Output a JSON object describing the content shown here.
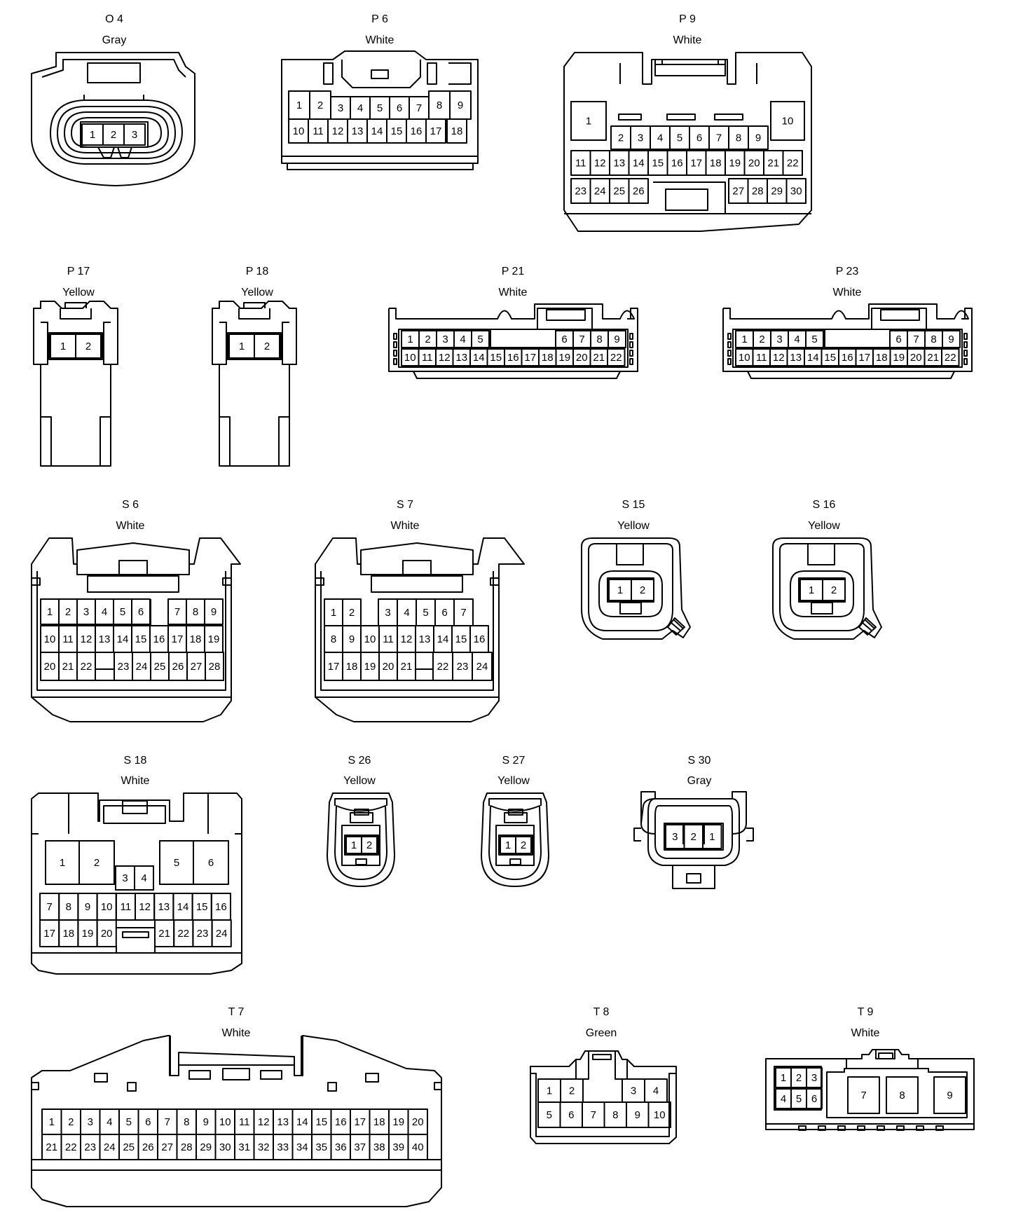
{
  "connectors": [
    {
      "id": "O4",
      "code": "O 4",
      "color": "Gray",
      "pins": [
        "1",
        "2",
        "3"
      ]
    },
    {
      "id": "P6",
      "code": "P 6",
      "color": "White",
      "pins": [
        "1",
        "2",
        "3",
        "4",
        "5",
        "6",
        "7",
        "8",
        "9",
        "10",
        "11",
        "12",
        "13",
        "14",
        "15",
        "16",
        "17",
        "18"
      ]
    },
    {
      "id": "P9",
      "code": "P 9",
      "color": "White",
      "pins": [
        "1",
        "2",
        "3",
        "4",
        "5",
        "6",
        "7",
        "8",
        "9",
        "10",
        "11",
        "12",
        "13",
        "14",
        "15",
        "16",
        "17",
        "18",
        "19",
        "20",
        "21",
        "22",
        "23",
        "24",
        "25",
        "26",
        "27",
        "28",
        "29",
        "30"
      ]
    },
    {
      "id": "P17",
      "code": "P 17",
      "color": "Yellow",
      "pins": [
        "1",
        "2"
      ]
    },
    {
      "id": "P18",
      "code": "P 18",
      "color": "Yellow",
      "pins": [
        "1",
        "2"
      ]
    },
    {
      "id": "P21",
      "code": "P 21",
      "color": "White",
      "pins": [
        "1",
        "2",
        "3",
        "4",
        "5",
        "6",
        "7",
        "8",
        "9",
        "10",
        "11",
        "12",
        "13",
        "14",
        "15",
        "16",
        "17",
        "18",
        "19",
        "20",
        "21",
        "22"
      ]
    },
    {
      "id": "P23",
      "code": "P 23",
      "color": "White",
      "pins": [
        "1",
        "2",
        "3",
        "4",
        "5",
        "6",
        "7",
        "8",
        "9",
        "10",
        "11",
        "12",
        "13",
        "14",
        "15",
        "16",
        "17",
        "18",
        "19",
        "20",
        "21",
        "22"
      ]
    },
    {
      "id": "S6",
      "code": "S 6",
      "color": "White",
      "pins": [
        "1",
        "2",
        "3",
        "4",
        "5",
        "6",
        "7",
        "8",
        "9",
        "10",
        "11",
        "12",
        "13",
        "14",
        "15",
        "16",
        "17",
        "18",
        "19",
        "20",
        "21",
        "22",
        "23",
        "24",
        "25",
        "26",
        "27",
        "28"
      ]
    },
    {
      "id": "S7",
      "code": "S 7",
      "color": "White",
      "pins": [
        "1",
        "2",
        "3",
        "4",
        "5",
        "6",
        "7",
        "8",
        "9",
        "10",
        "11",
        "12",
        "13",
        "14",
        "15",
        "16",
        "17",
        "18",
        "19",
        "20",
        "21",
        "22",
        "23",
        "24"
      ]
    },
    {
      "id": "S15",
      "code": "S 15",
      "color": "Yellow",
      "pins": [
        "1",
        "2"
      ]
    },
    {
      "id": "S16",
      "code": "S 16",
      "color": "Yellow",
      "pins": [
        "1",
        "2"
      ]
    },
    {
      "id": "S18",
      "code": "S 18",
      "color": "White",
      "pins": [
        "1",
        "2",
        "3",
        "4",
        "5",
        "6",
        "7",
        "8",
        "9",
        "10",
        "11",
        "12",
        "13",
        "14",
        "15",
        "16",
        "17",
        "18",
        "19",
        "20",
        "21",
        "22",
        "23",
        "24"
      ]
    },
    {
      "id": "S26",
      "code": "S 26",
      "color": "Yellow",
      "pins": [
        "1",
        "2"
      ]
    },
    {
      "id": "S27",
      "code": "S 27",
      "color": "Yellow",
      "pins": [
        "1",
        "2"
      ]
    },
    {
      "id": "S30",
      "code": "S 30",
      "color": "Gray",
      "pins": [
        "3",
        "2",
        "1"
      ]
    },
    {
      "id": "T7",
      "code": "T 7",
      "color": "White",
      "pins": [
        "1",
        "2",
        "3",
        "4",
        "5",
        "6",
        "7",
        "8",
        "9",
        "10",
        "11",
        "12",
        "13",
        "14",
        "15",
        "16",
        "17",
        "18",
        "19",
        "20",
        "21",
        "22",
        "23",
        "24",
        "25",
        "26",
        "27",
        "28",
        "29",
        "30",
        "31",
        "32",
        "33",
        "34",
        "35",
        "36",
        "37",
        "38",
        "39",
        "40"
      ]
    },
    {
      "id": "T8",
      "code": "T 8",
      "color": "Green",
      "pins": [
        "1",
        "2",
        "3",
        "4",
        "5",
        "6",
        "7",
        "8",
        "9",
        "10"
      ]
    },
    {
      "id": "T9",
      "code": "T 9",
      "color": "White",
      "pins": [
        "1",
        "2",
        "3",
        "4",
        "5",
        "6",
        "7",
        "8",
        "9"
      ]
    }
  ]
}
